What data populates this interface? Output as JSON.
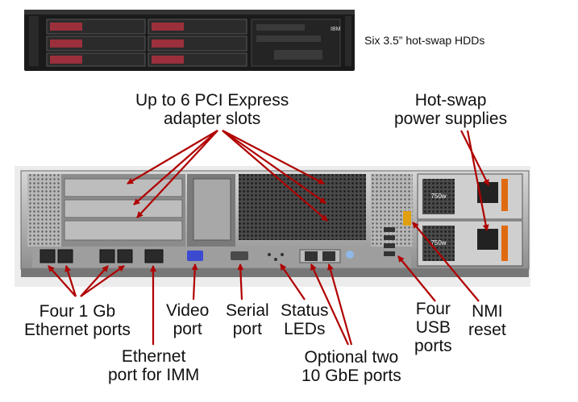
{
  "front_caption": "Six 3.5” hot-swap HDDs",
  "front_logo": "IBM",
  "psu_rating": "750w",
  "labels": {
    "pci": [
      "Up to 6 PCI Express",
      "adapter slots"
    ],
    "psu": [
      "Hot-swap",
      "power supplies"
    ],
    "eth": [
      "Four 1 Gb",
      "Ethernet ports"
    ],
    "video": [
      "Video",
      "port"
    ],
    "serial": [
      "Serial",
      "port"
    ],
    "status": [
      "Status",
      "LEDs"
    ],
    "usb": [
      "Four",
      "USB",
      "ports"
    ],
    "nmi": [
      "NMI",
      "reset"
    ],
    "imm": [
      "Ethernet",
      "port for IMM"
    ],
    "tengbe": [
      "Optional two",
      "10 GbE ports"
    ]
  },
  "colors": {
    "arrow": "#b00000",
    "chassis_dark": "#1a1a1a",
    "chassis_metal": "#9a9a9a",
    "port_blue": "#3b4bd0",
    "psu_handle": "#e06a10"
  }
}
